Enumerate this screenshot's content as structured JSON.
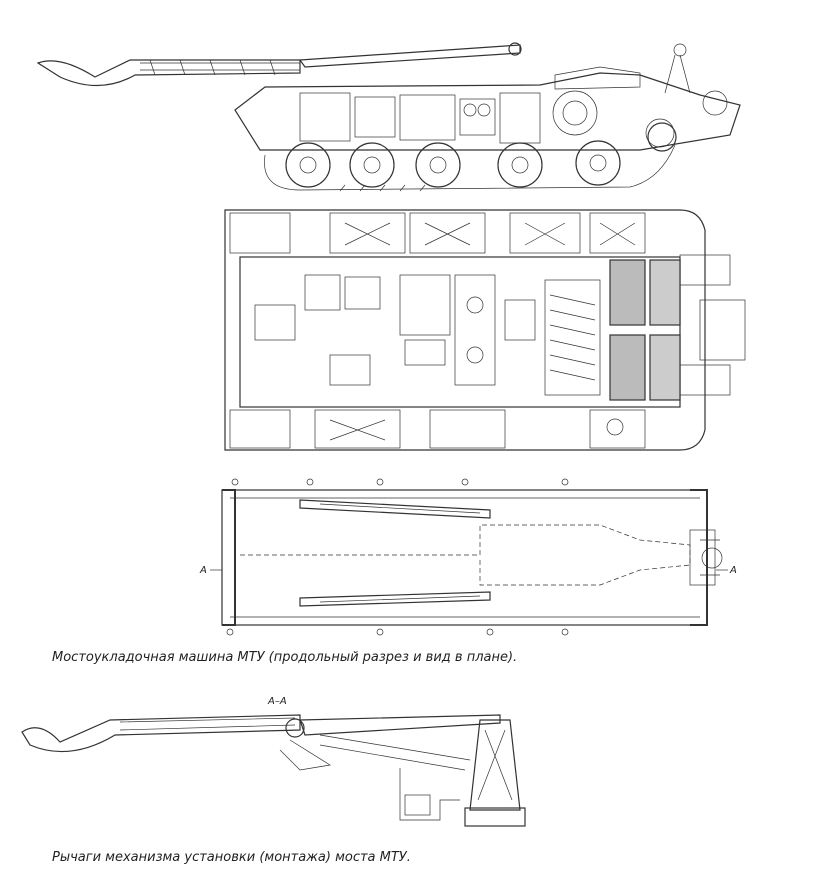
{
  "captions": {
    "machine": "Мостоукладочная машина МТУ (продольный разрез и вид в плане).",
    "levers": "Рычаги механизма установки (монтажа) моста МТУ."
  },
  "labels": {
    "section_left": "A",
    "section_right": "A",
    "section_title": "A–A"
  }
}
